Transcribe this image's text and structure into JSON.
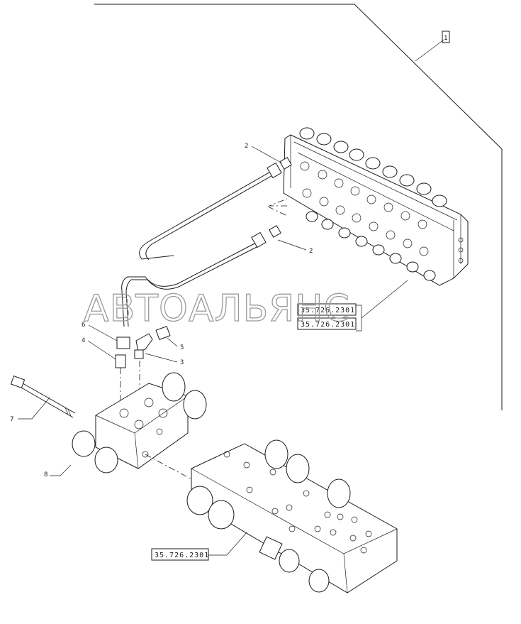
{
  "watermark": "АВТОАЛЬЯНС",
  "callouts": {
    "c1": "1",
    "c2a": "2",
    "c2b": "2",
    "c3": "3",
    "c4": "4",
    "c5": "5",
    "c6": "6",
    "c7": "7",
    "c8": "8"
  },
  "refs": {
    "upper_a": "35.726.2301",
    "upper_b": "35.726.2301",
    "lower": "35.726.2301"
  }
}
